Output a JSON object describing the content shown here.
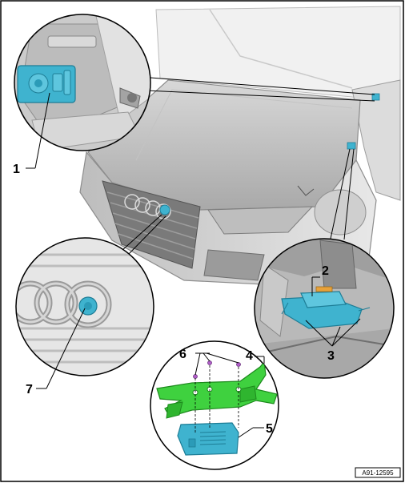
{
  "figure_ref": "A91-12595",
  "callouts": [
    "1",
    "2",
    "3",
    "4",
    "5",
    "6",
    "7"
  ],
  "colors": {
    "component": "#3fb3cf",
    "bracket": "#3fd13f",
    "body_light": "#e4e4e4",
    "body_mid": "#c6c6c6",
    "body_dark": "#8e8e8e",
    "line": "#000000"
  },
  "icons": [
    "audi-rings-emblem"
  ]
}
